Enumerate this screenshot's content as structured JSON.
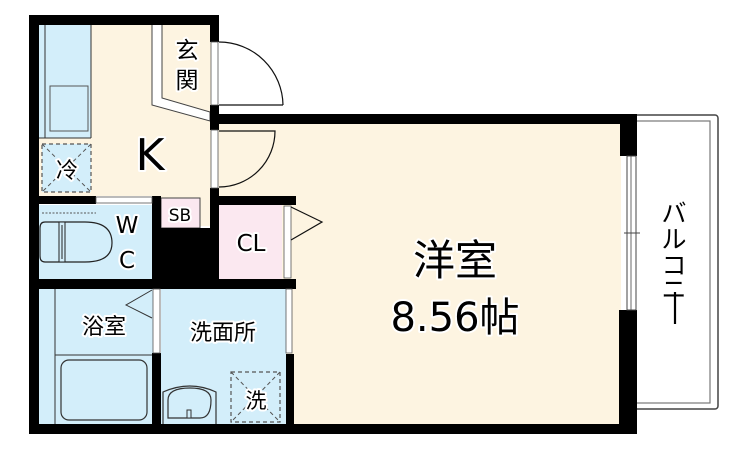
{
  "floor_plan": {
    "colors": {
      "wall": "#000000",
      "water_area": "#d3eefa",
      "living_area": "#fdf4e1",
      "storage_area": "#fbe8f0",
      "balcony": "#ffffff"
    },
    "rooms": {
      "entrance": {
        "label_line1": "玄",
        "label_line2": "関"
      },
      "kitchen": {
        "label": "K"
      },
      "fridge": {
        "label": "冷"
      },
      "shoe_box": {
        "label": "SB"
      },
      "toilet": {
        "label_line1": "W",
        "label_line2": "C"
      },
      "closet": {
        "label": "CL"
      },
      "bathroom": {
        "label": "浴室"
      },
      "washroom": {
        "label": "洗面所"
      },
      "washer": {
        "label": "洗"
      },
      "western_room": {
        "label": "洋室",
        "size": "8.56帖"
      },
      "balcony": {
        "label_chars": [
          "バ",
          "ル",
          "コ",
          "ニ",
          "ー"
        ]
      }
    }
  }
}
